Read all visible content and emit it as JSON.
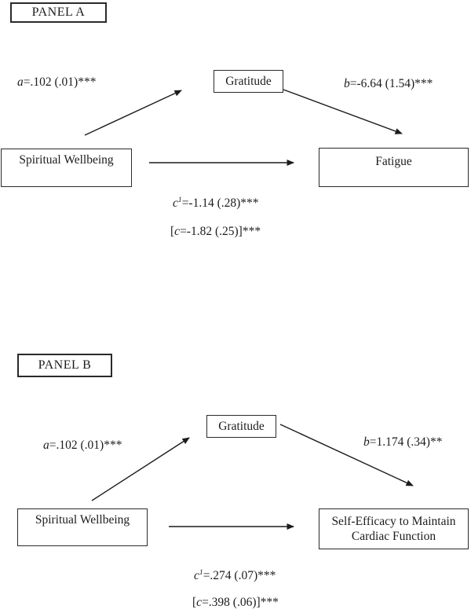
{
  "colors": {
    "ink": "#1c1c1c",
    "background": "#ffffff"
  },
  "panel_a": {
    "title": "PANEL A",
    "nodes": {
      "predictor": "Spiritual Wellbeing",
      "mediator": "Gratitude",
      "outcome": "Fatigue"
    },
    "paths": {
      "a": {
        "var": "a",
        "rest": "=.102 (.01)***"
      },
      "b": {
        "var": "b",
        "rest": "=-6.64 (1.54)***"
      },
      "c_prime": {
        "var": "c",
        "sup": "1",
        "rest": "=-1.14 (.28)***"
      },
      "c_total": {
        "pre": "[",
        "var": "c",
        "rest": "=-1.82 (.25)]***"
      }
    }
  },
  "panel_b": {
    "title": "PANEL B",
    "nodes": {
      "predictor": "Spiritual Wellbeing",
      "mediator": "Gratitude",
      "outcome": "Self-Efficacy to Maintain Cardiac Function"
    },
    "paths": {
      "a": {
        "var": "a",
        "rest": "=.102 (.01)***"
      },
      "b": {
        "var": "b",
        "rest": "=1.174 (.34)**"
      },
      "c_prime": {
        "var": "c",
        "sup": "1",
        "rest": "=.274 (.07)***"
      },
      "c_total": {
        "pre": "[",
        "var": "c",
        "rest": "=.398 (.06)]***"
      }
    }
  }
}
